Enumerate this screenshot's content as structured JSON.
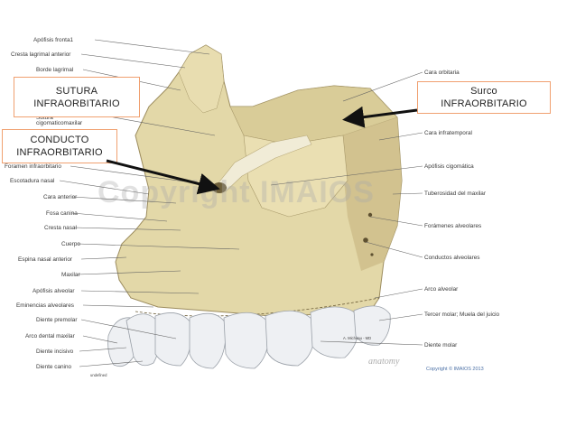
{
  "labels_left": [
    "Apófisis fronta1",
    "Cresta lagrimal anterior",
    "Borde lagrimal",
    "Sutura cigomaticomaxilar",
    "Foramen infraorbitario",
    "Escotadura nasal",
    "Cara anterior",
    "Fosa canina",
    "Cresta nasal",
    "Cuerpo",
    "Espina nasal anterior",
    "Maxilar",
    "Apófisis alveolar",
    "Eminencias alveolares",
    "Diente premolar",
    "Arco dental maxilar",
    "Diente incisivo",
    "Diente canino"
  ],
  "labels_right": [
    "Cara orbitaria",
    "Cara infratemporal",
    "Apófisis cigomática",
    "Tuberosidad del maxilar",
    "Forámenes alveolares",
    "Conductos alveolares",
    "Arco alveolar",
    "Tercer molar; Muela del juicio",
    "Diente molar"
  ],
  "boxes": {
    "sutura": [
      "SUTURA",
      "INFRAORBITARIO"
    ],
    "conducto": [
      "CONDUCTO",
      "INFRAORBITARIO"
    ],
    "surco": [
      "Surco",
      "INFRAORBITARIO"
    ]
  },
  "watermark": "Copyright IMAIOS",
  "brand": "anatomy",
  "copyright": "Copyright © IMAIOS 2013",
  "author": "A. Micheau - MD",
  "small_note": "undefined",
  "colors": {
    "bone": "#e3d8a8",
    "bone_shadow": "#c9ba86",
    "bone_dark": "#a8996a",
    "teeth": "#eef0f3",
    "box_border": "#f0a070",
    "leader": "#606060",
    "arrow": "#111111"
  }
}
